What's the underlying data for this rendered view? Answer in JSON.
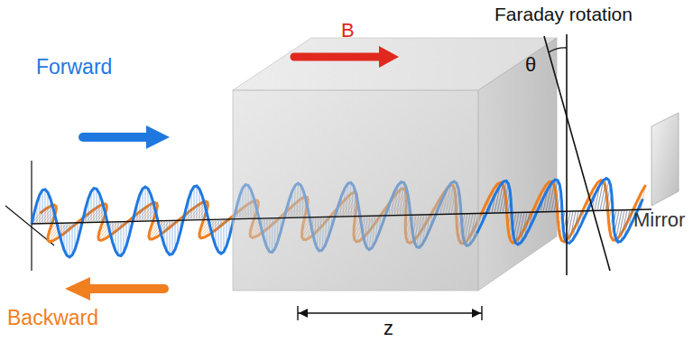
{
  "diagram": {
    "labels": [
      "Faraday rotation",
      "θ",
      "B",
      "Forward",
      "Backward",
      "z",
      "Mirror"
    ]
  }
}
